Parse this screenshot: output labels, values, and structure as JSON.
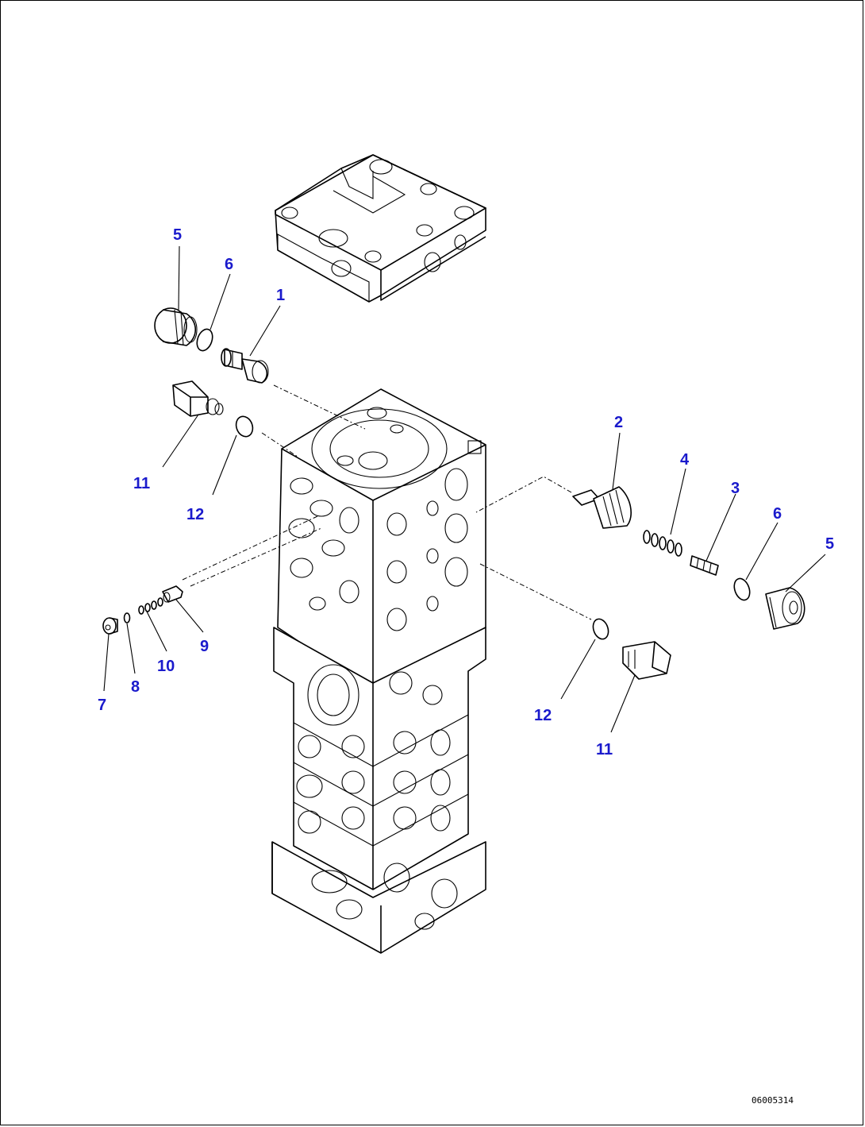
{
  "document_id": "06005314",
  "colors": {
    "callout": "#1a1acc",
    "line": "#000000",
    "background": "#ffffff"
  },
  "callouts": [
    {
      "id": "c5a",
      "label": "5"
    },
    {
      "id": "c6a",
      "label": "6"
    },
    {
      "id": "c1",
      "label": "1"
    },
    {
      "id": "c11a",
      "label": "11"
    },
    {
      "id": "c12a",
      "label": "12"
    },
    {
      "id": "c2",
      "label": "2"
    },
    {
      "id": "c4",
      "label": "4"
    },
    {
      "id": "c3",
      "label": "3"
    },
    {
      "id": "c6b",
      "label": "6"
    },
    {
      "id": "c5b",
      "label": "5"
    },
    {
      "id": "c9",
      "label": "9"
    },
    {
      "id": "c10",
      "label": "10"
    },
    {
      "id": "c8",
      "label": "8"
    },
    {
      "id": "c7",
      "label": "7"
    },
    {
      "id": "c12b",
      "label": "12"
    },
    {
      "id": "c11b",
      "label": "11"
    }
  ]
}
